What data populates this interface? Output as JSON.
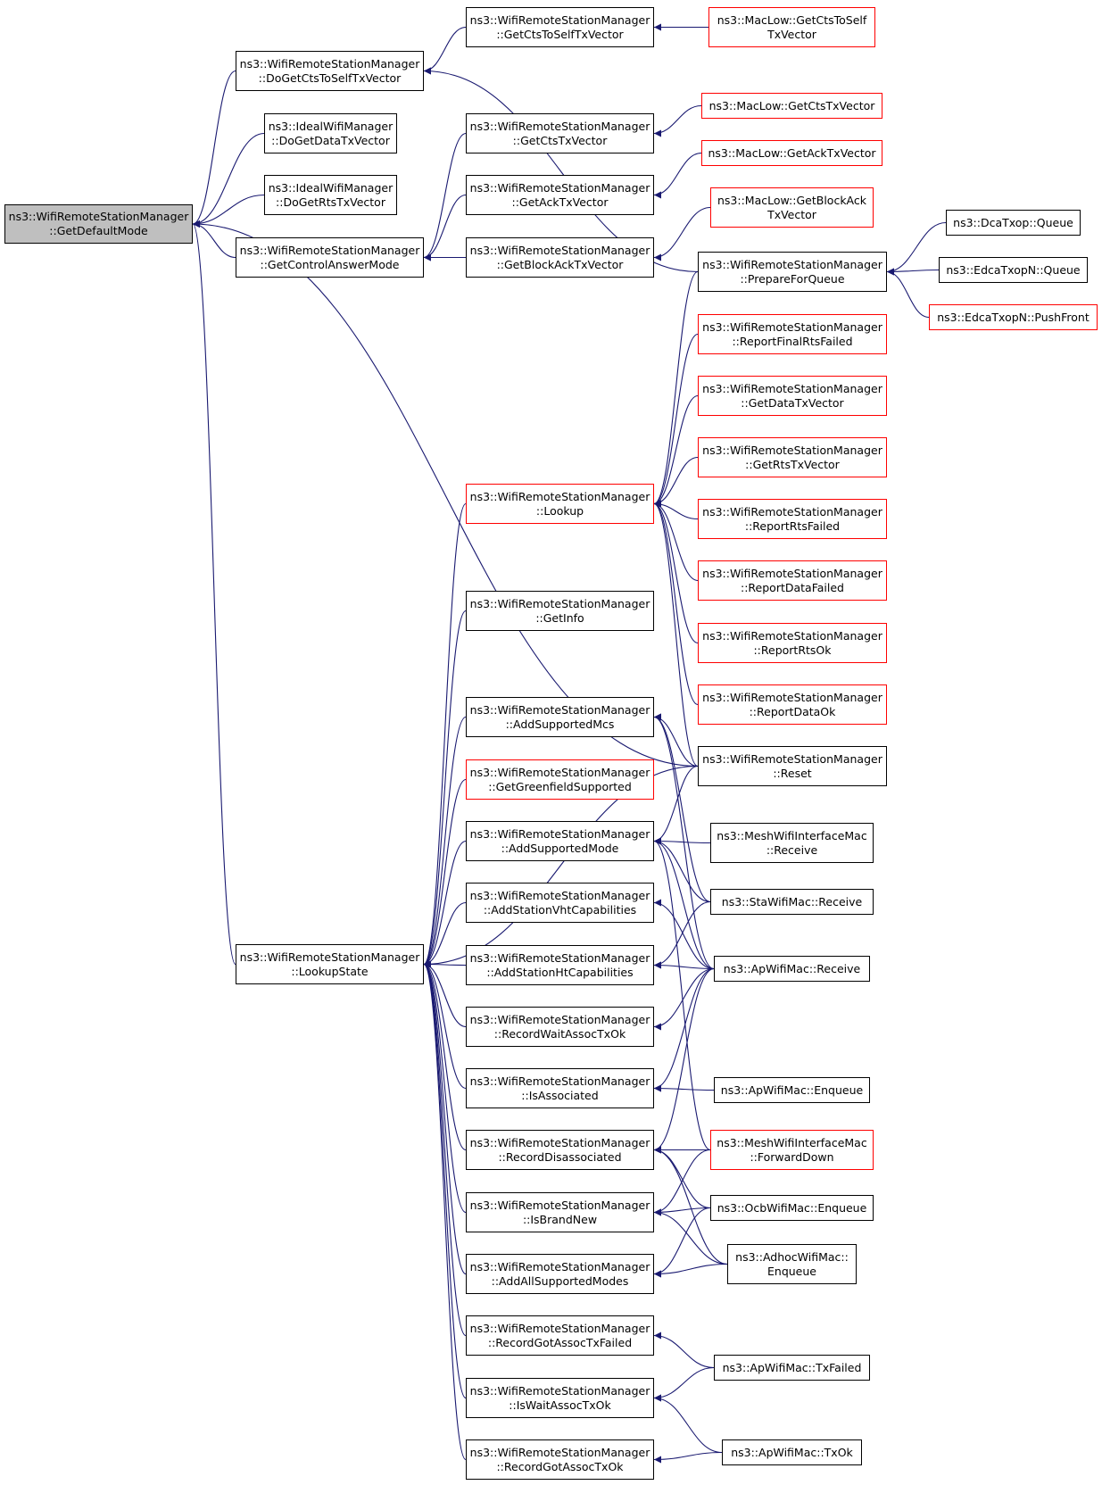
{
  "colors": {
    "edge": "#191970",
    "node_border": "#000000",
    "truncated_border": "#ff0000",
    "root_fill": "#bfbfbf"
  },
  "nodes": {
    "root": {
      "l1": "ns3::WifiRemoteStationManager",
      "l2": "::GetDefaultMode"
    },
    "doGetCts": {
      "l1": "ns3::WifiRemoteStationManager",
      "l2": "::DoGetCtsToSelfTxVector"
    },
    "idealData": {
      "l1": "ns3::IdealWifiManager",
      "l2": "::DoGetDataTxVector"
    },
    "idealRts": {
      "l1": "ns3::IdealWifiManager",
      "l2": "::DoGetRtsTxVector"
    },
    "ctrlAnswer": {
      "l1": "ns3::WifiRemoteStationManager",
      "l2": "::GetControlAnswerMode"
    },
    "lookupState": {
      "l1": "ns3::WifiRemoteStationManager",
      "l2": "::LookupState"
    },
    "getCtsToSelf": {
      "l1": "ns3::WifiRemoteStationManager",
      "l2": "::GetCtsToSelfTxVector"
    },
    "getCts": {
      "l1": "ns3::WifiRemoteStationManager",
      "l2": "::GetCtsTxVector"
    },
    "getAck": {
      "l1": "ns3::WifiRemoteStationManager",
      "l2": "::GetAckTxVector"
    },
    "getBlockAck": {
      "l1": "ns3::WifiRemoteStationManager",
      "l2": "::GetBlockAckTxVector"
    },
    "lookup": {
      "l1": "ns3::WifiRemoteStationManager",
      "l2": "::Lookup"
    },
    "getInfo": {
      "l1": "ns3::WifiRemoteStationManager",
      "l2": "::GetInfo"
    },
    "addMcs": {
      "l1": "ns3::WifiRemoteStationManager",
      "l2": "::AddSupportedMcs"
    },
    "greenfield": {
      "l1": "ns3::WifiRemoteStationManager",
      "l2": "::GetGreenfieldSupported"
    },
    "addMode": {
      "l1": "ns3::WifiRemoteStationManager",
      "l2": "::AddSupportedMode"
    },
    "addVht": {
      "l1": "ns3::WifiRemoteStationManager",
      "l2": "::AddStationVhtCapabilities"
    },
    "addHt": {
      "l1": "ns3::WifiRemoteStationManager",
      "l2": "::AddStationHtCapabilities"
    },
    "recWait": {
      "l1": "ns3::WifiRemoteStationManager",
      "l2": "::RecordWaitAssocTxOk"
    },
    "isAssoc": {
      "l1": "ns3::WifiRemoteStationManager",
      "l2": "::IsAssociated"
    },
    "recDisassoc": {
      "l1": "ns3::WifiRemoteStationManager",
      "l2": "::RecordDisassociated"
    },
    "isBrandNew": {
      "l1": "ns3::WifiRemoteStationManager",
      "l2": "::IsBrandNew"
    },
    "addAll": {
      "l1": "ns3::WifiRemoteStationManager",
      "l2": "::AddAllSupportedModes"
    },
    "recGotFail": {
      "l1": "ns3::WifiRemoteStationManager",
      "l2": "::RecordGotAssocTxFailed"
    },
    "isWait": {
      "l1": "ns3::WifiRemoteStationManager",
      "l2": "::IsWaitAssocTxOk"
    },
    "recGotOk": {
      "l1": "ns3::WifiRemoteStationManager",
      "l2": "::RecordGotAssocTxOk"
    },
    "macCtsSelf": {
      "l1": "ns3::MacLow::GetCtsToSelf",
      "l2": "TxVector"
    },
    "macCts": {
      "l1": "ns3::MacLow::GetCtsTxVector",
      "l2": ""
    },
    "macAck": {
      "l1": "ns3::MacLow::GetAckTxVector",
      "l2": ""
    },
    "macBlockAck": {
      "l1": "ns3::MacLow::GetBlockAck",
      "l2": "TxVector"
    },
    "prepare": {
      "l1": "ns3::WifiRemoteStationManager",
      "l2": "::PrepareForQueue"
    },
    "repFinalRts": {
      "l1": "ns3::WifiRemoteStationManager",
      "l2": "::ReportFinalRtsFailed"
    },
    "getDataTx": {
      "l1": "ns3::WifiRemoteStationManager",
      "l2": "::GetDataTxVector"
    },
    "getRtsTx": {
      "l1": "ns3::WifiRemoteStationManager",
      "l2": "::GetRtsTxVector"
    },
    "repRtsFail": {
      "l1": "ns3::WifiRemoteStationManager",
      "l2": "::ReportRtsFailed"
    },
    "repDataFail": {
      "l1": "ns3::WifiRemoteStationManager",
      "l2": "::ReportDataFailed"
    },
    "repRtsOk": {
      "l1": "ns3::WifiRemoteStationManager",
      "l2": "::ReportRtsOk"
    },
    "repDataOk": {
      "l1": "ns3::WifiRemoteStationManager",
      "l2": "::ReportDataOk"
    },
    "reset": {
      "l1": "ns3::WifiRemoteStationManager",
      "l2": "::Reset"
    },
    "meshRecv": {
      "l1": "ns3::MeshWifiInterfaceMac",
      "l2": "::Receive"
    },
    "staRecv": {
      "l1": "ns3::StaWifiMac::Receive",
      "l2": ""
    },
    "apRecv": {
      "l1": "ns3::ApWifiMac::Receive",
      "l2": ""
    },
    "apEnq": {
      "l1": "ns3::ApWifiMac::Enqueue",
      "l2": ""
    },
    "meshFwd": {
      "l1": "ns3::MeshWifiInterfaceMac",
      "l2": "::ForwardDown"
    },
    "ocbEnq": {
      "l1": "ns3::OcbWifiMac::Enqueue",
      "l2": ""
    },
    "adhocEnq": {
      "l1": "ns3::AdhocWifiMac::",
      "l2": "Enqueue"
    },
    "apTxFail": {
      "l1": "ns3::ApWifiMac::TxFailed",
      "l2": ""
    },
    "apTxOk": {
      "l1": "ns3::ApWifiMac::TxOk",
      "l2": ""
    },
    "dcaQueue": {
      "l1": "ns3::DcaTxop::Queue",
      "l2": ""
    },
    "edcaQueue": {
      "l1": "ns3::EdcaTxopN::Queue",
      "l2": ""
    },
    "edcaPush": {
      "l1": "ns3::EdcaTxopN::PushFront",
      "l2": ""
    }
  },
  "edges": [
    [
      "doGetCts",
      "root"
    ],
    [
      "idealData",
      "root"
    ],
    [
      "idealRts",
      "root"
    ],
    [
      "ctrlAnswer",
      "root"
    ],
    [
      "lookupState",
      "root"
    ],
    [
      "reset",
      "root"
    ],
    [
      "getCtsToSelf",
      "doGetCts"
    ],
    [
      "prepare",
      "doGetCts"
    ],
    [
      "getCts",
      "ctrlAnswer"
    ],
    [
      "getAck",
      "ctrlAnswer"
    ],
    [
      "getBlockAck",
      "ctrlAnswer"
    ],
    [
      "macCtsSelf",
      "getCtsToSelf"
    ],
    [
      "macCts",
      "getCts"
    ],
    [
      "macAck",
      "getAck"
    ],
    [
      "macBlockAck",
      "getBlockAck"
    ],
    [
      "dcaQueue",
      "prepare"
    ],
    [
      "edcaQueue",
      "prepare"
    ],
    [
      "edcaPush",
      "prepare"
    ],
    [
      "prepare",
      "lookup"
    ],
    [
      "repFinalRts",
      "lookup"
    ],
    [
      "getDataTx",
      "lookup"
    ],
    [
      "getRtsTx",
      "lookup"
    ],
    [
      "repRtsFail",
      "lookup"
    ],
    [
      "repDataFail",
      "lookup"
    ],
    [
      "repRtsOk",
      "lookup"
    ],
    [
      "repDataOk",
      "lookup"
    ],
    [
      "reset",
      "lookup"
    ],
    [
      "lookup",
      "lookupState"
    ],
    [
      "getInfo",
      "lookupState"
    ],
    [
      "addMcs",
      "lookupState"
    ],
    [
      "greenfield",
      "lookupState"
    ],
    [
      "addMode",
      "lookupState"
    ],
    [
      "addVht",
      "lookupState"
    ],
    [
      "addHt",
      "lookupState"
    ],
    [
      "recWait",
      "lookupState"
    ],
    [
      "isAssoc",
      "lookupState"
    ],
    [
      "recDisassoc",
      "lookupState"
    ],
    [
      "isBrandNew",
      "lookupState"
    ],
    [
      "addAll",
      "lookupState"
    ],
    [
      "recGotFail",
      "lookupState"
    ],
    [
      "isWait",
      "lookupState"
    ],
    [
      "recGotOk",
      "lookupState"
    ],
    [
      "reset",
      "lookupState"
    ],
    [
      "reset",
      "addMcs"
    ],
    [
      "staRecv",
      "addMcs"
    ],
    [
      "apRecv",
      "addMcs"
    ],
    [
      "reset",
      "addMode"
    ],
    [
      "meshRecv",
      "addMode"
    ],
    [
      "staRecv",
      "addMode"
    ],
    [
      "apRecv",
      "addMode"
    ],
    [
      "meshFwd",
      "addMode"
    ],
    [
      "apRecv",
      "addVht"
    ],
    [
      "apRecv",
      "addHt"
    ],
    [
      "staRecv",
      "addHt"
    ],
    [
      "apRecv",
      "recWait"
    ],
    [
      "apRecv",
      "isAssoc"
    ],
    [
      "apEnq",
      "isAssoc"
    ],
    [
      "apRecv",
      "recDisassoc"
    ],
    [
      "meshFwd",
      "recDisassoc"
    ],
    [
      "ocbEnq",
      "recDisassoc"
    ],
    [
      "adhocEnq",
      "recDisassoc"
    ],
    [
      "meshFwd",
      "isBrandNew"
    ],
    [
      "ocbEnq",
      "isBrandNew"
    ],
    [
      "adhocEnq",
      "isBrandNew"
    ],
    [
      "ocbEnq",
      "addAll"
    ],
    [
      "adhocEnq",
      "addAll"
    ],
    [
      "apTxFail",
      "recGotFail"
    ],
    [
      "apTxFail",
      "isWait"
    ],
    [
      "apTxOk",
      "isWait"
    ],
    [
      "apTxOk",
      "recGotOk"
    ]
  ]
}
